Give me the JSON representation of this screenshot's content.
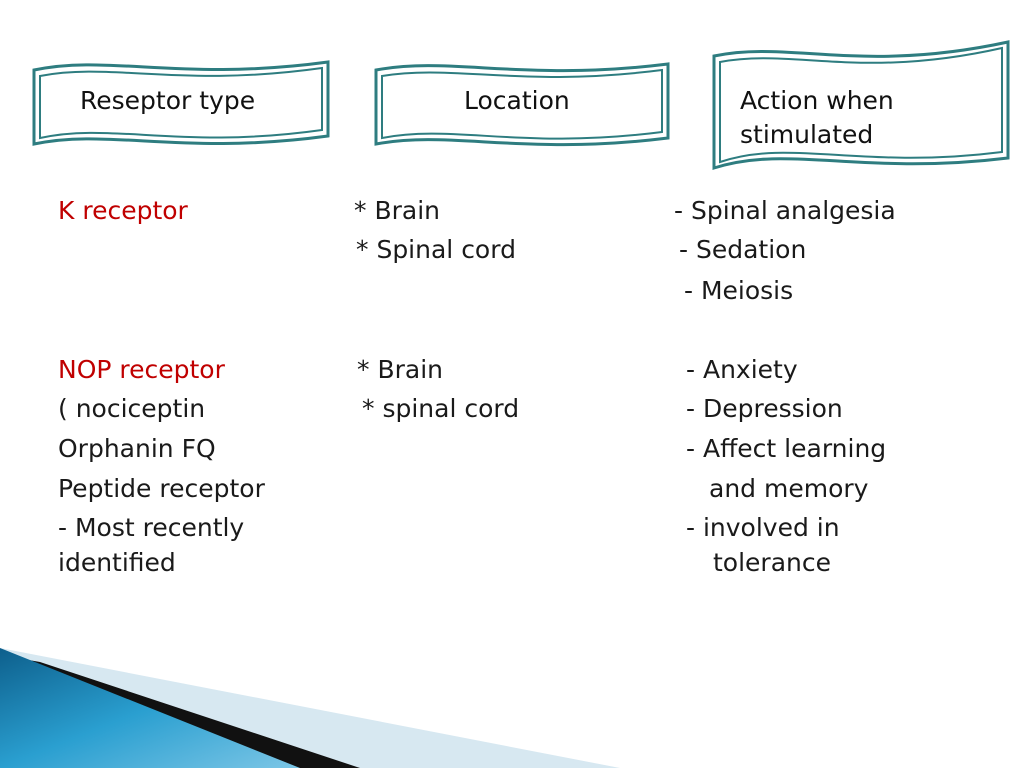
{
  "headers": {
    "receptor_type": "Reseptor type",
    "location": "Location",
    "action_line1": "Action when",
    "action_line2": "stimulated"
  },
  "k_receptor": {
    "name": "K receptor",
    "locations": [
      "* Brain",
      "* Spinal cord"
    ],
    "actions": [
      "- Spinal analgesia",
      "- Sedation",
      "- Meiosis"
    ]
  },
  "nop_receptor": {
    "name": "NOP receptor",
    "details": [
      "( nociceptin",
      "Orphanin FQ",
      "Peptide receptor",
      "- Most recently",
      "identified"
    ],
    "locations": [
      "* Brain",
      "* spinal cord"
    ],
    "actions": [
      "- Anxiety",
      "- Depression",
      "- Affect learning",
      "and memory",
      "- involved in",
      "tolerance"
    ]
  },
  "colors": {
    "accent_red": "#c00000",
    "banner_teal": "#2e7d80",
    "wedge_blue": "#1f86b8"
  }
}
